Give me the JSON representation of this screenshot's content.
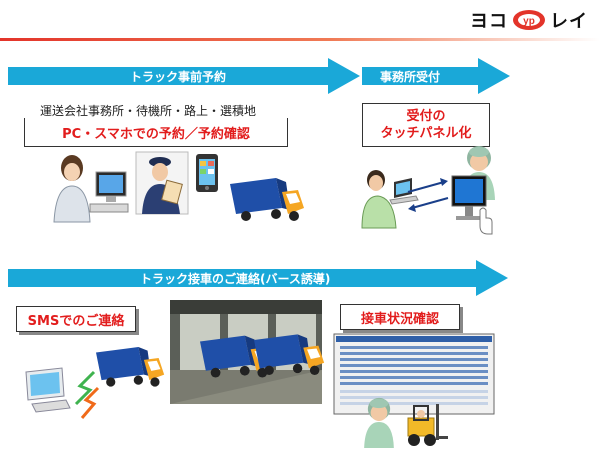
{
  "logo": {
    "text_left": "ヨコ",
    "text_right": "レイ",
    "mark_color": "#e3342a"
  },
  "arrows": {
    "reservation": "トラック事前予約",
    "reception": "事務所受付",
    "contact": "トラック接車のご連絡(バース誘導)"
  },
  "colors": {
    "arrow": "#1aa8d8",
    "accent_red": "#e21d1d",
    "truck_body": "#1f4fa8",
    "truck_cab": "#f5a623"
  },
  "reservation": {
    "caption": "運送会社事務所・待機所・路上・選積地",
    "box_text": "PC・スマホでの予約／予約確認"
  },
  "reception": {
    "box_line1": "受付の",
    "box_line2": "タッチパネル化"
  },
  "contact": {
    "sms_box": "SMSでのご連絡",
    "status_box": "接車状況確認"
  }
}
